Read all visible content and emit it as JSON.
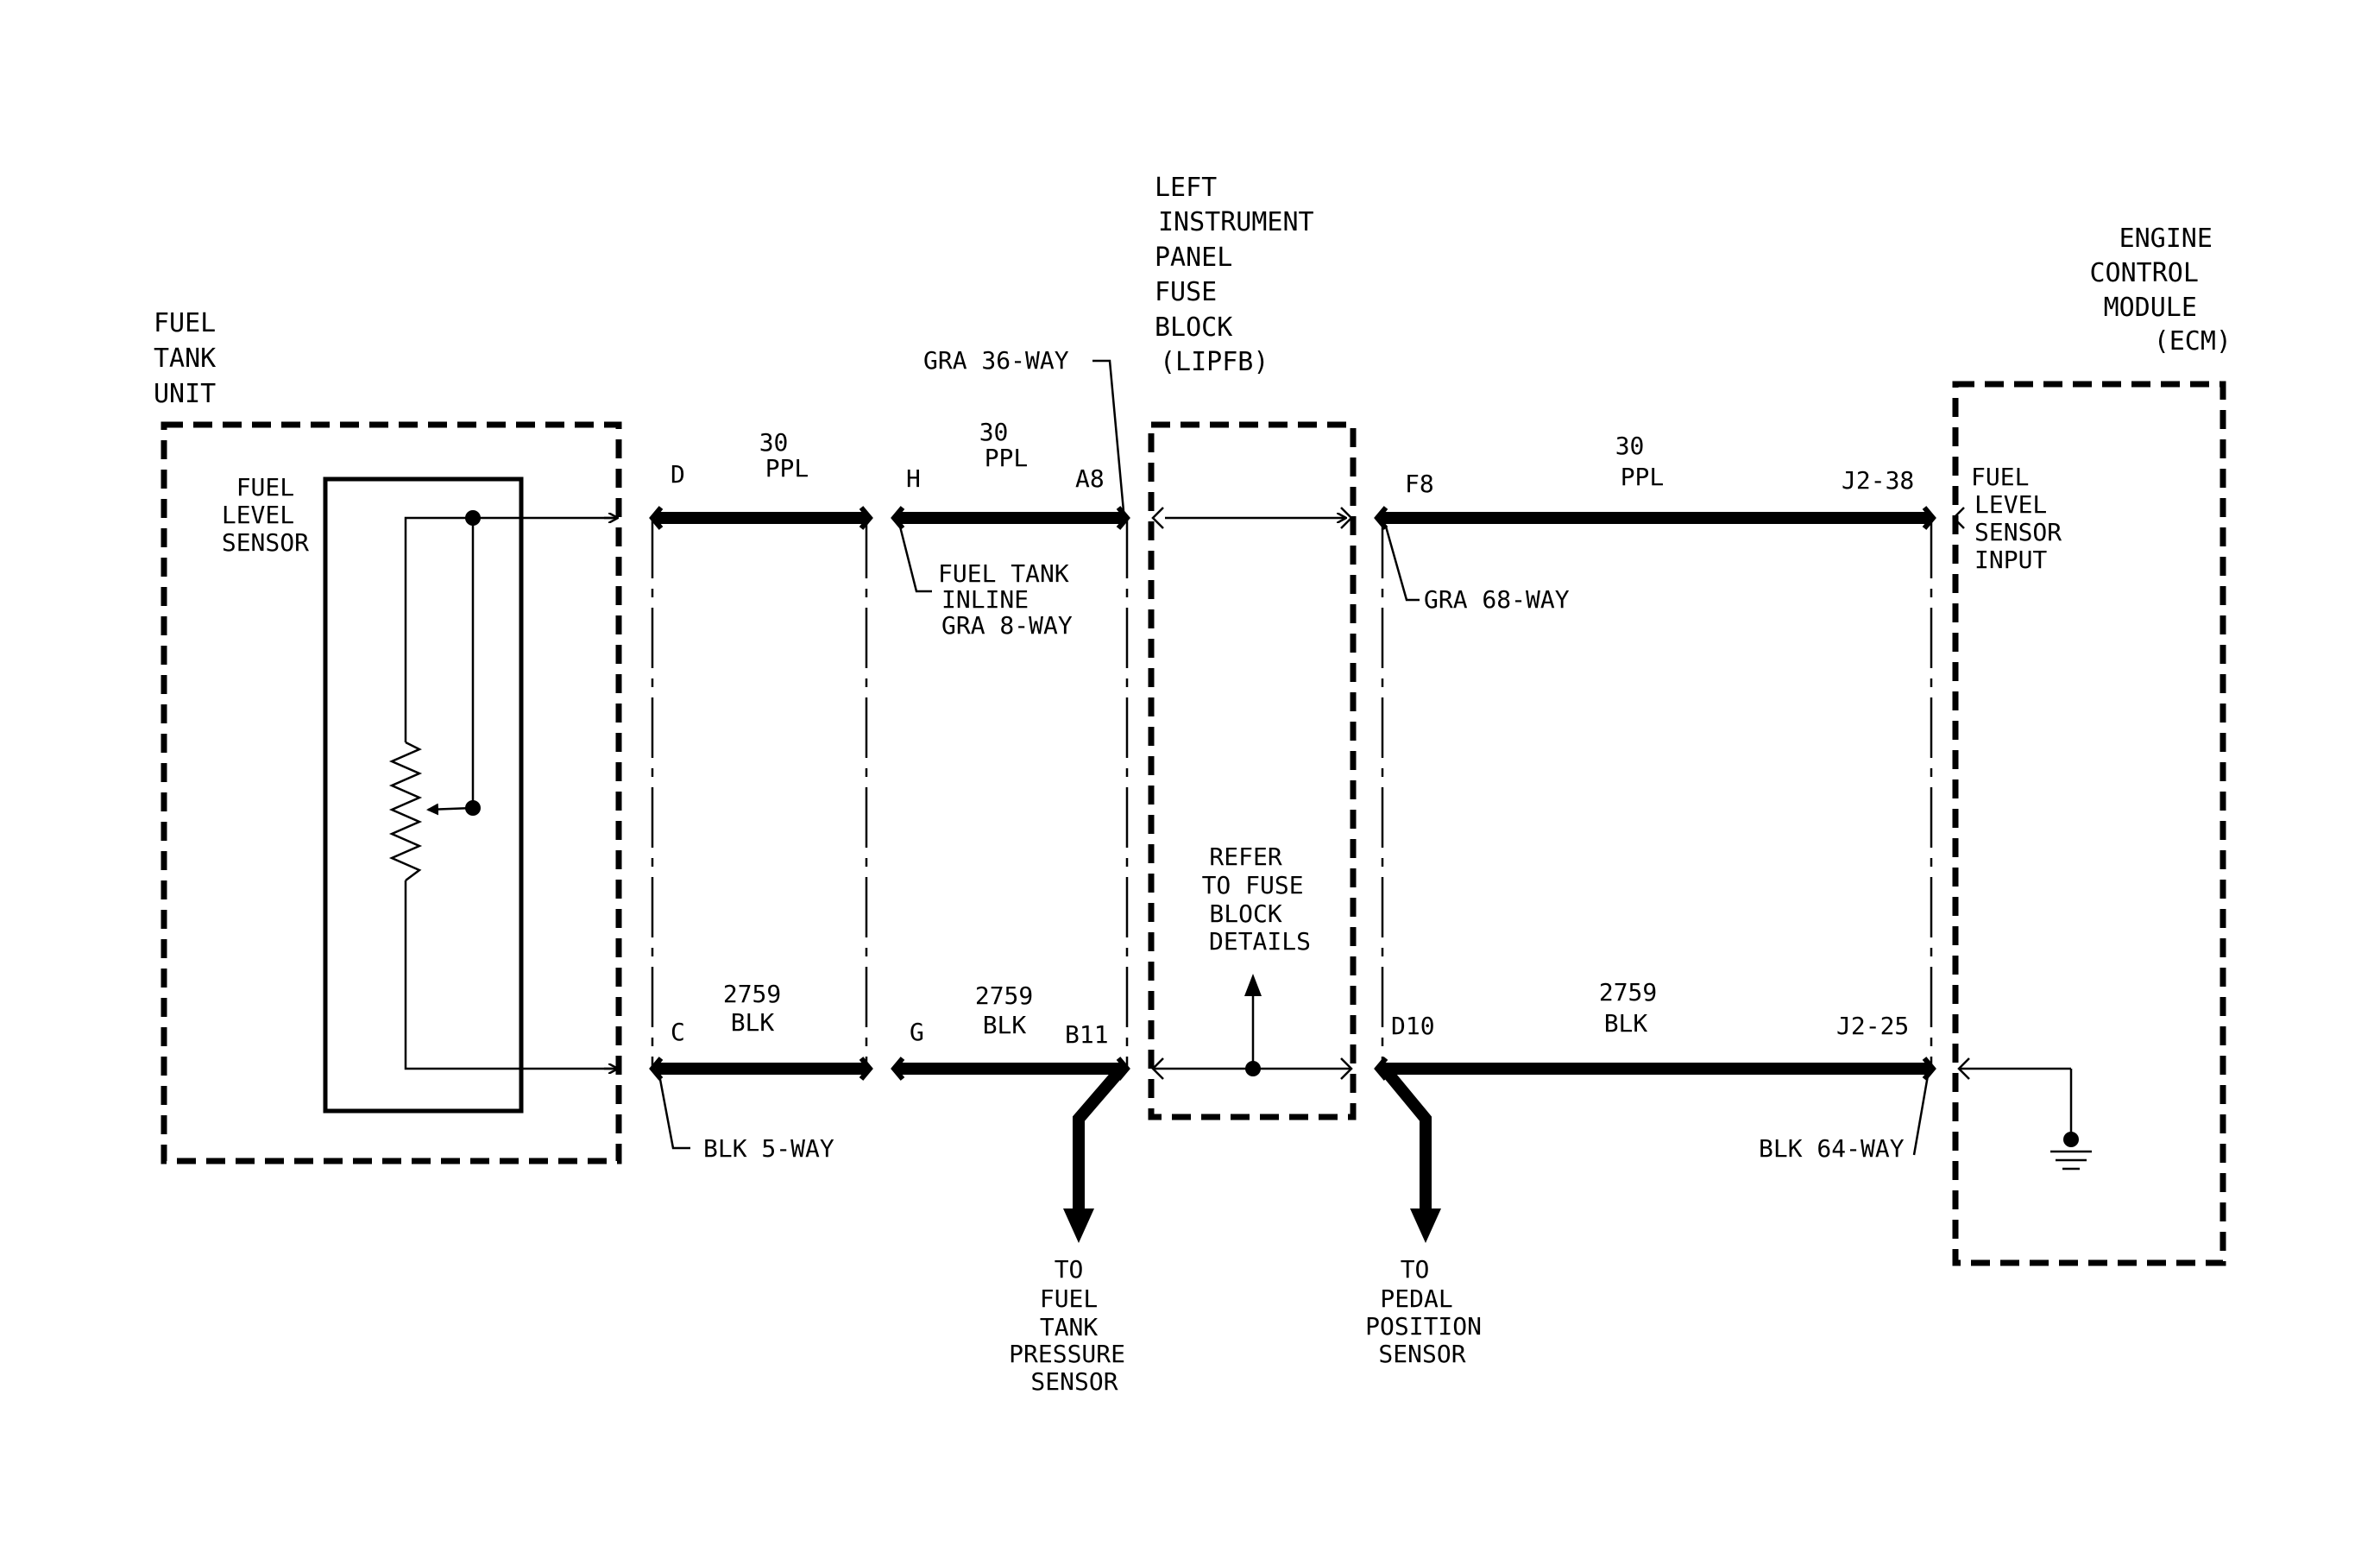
{
  "components": {
    "fuel_tank_unit": [
      "FUEL",
      "TANK",
      "UNIT"
    ],
    "fuel_level_sensor": [
      "FUEL",
      "LEVEL",
      "SENSOR"
    ],
    "lipfb": [
      "LEFT",
      "INSTRUMENT",
      "PANEL",
      "FUSE",
      "BLOCK",
      "(LIPFB)"
    ],
    "ecm": [
      "ENGINE",
      "CONTROL",
      "MODULE",
      "(ECM)"
    ],
    "ecm_input": [
      "FUEL",
      "LEVEL",
      "SENSOR",
      "INPUT"
    ],
    "refer": [
      "REFER",
      "TO FUSE",
      "BLOCK",
      "DETAILS"
    ]
  },
  "connectors": {
    "blk_5way": "BLK 5-WAY",
    "inline": [
      "FUEL TANK",
      "INLINE",
      "GRA 8-WAY"
    ],
    "gra_36way": "GRA 36-WAY",
    "gra_68way": "GRA 68-WAY",
    "blk_64way": "BLK 64-WAY"
  },
  "pins": {
    "d": "D",
    "c": "C",
    "h": "H",
    "g": "G",
    "a8": "A8",
    "b11": "B11",
    "f8": "F8",
    "d10": "D10",
    "j2_38": "J2-38",
    "j2_25": "J2-25"
  },
  "wires": {
    "top_seg1": [
      "30",
      "PPL"
    ],
    "top_seg2": [
      "30",
      "PPL"
    ],
    "top_seg3": [
      "30",
      "PPL"
    ],
    "bot_seg1": [
      "2759",
      "BLK"
    ],
    "bot_seg2": [
      "2759",
      "BLK"
    ],
    "bot_seg3": [
      "2759",
      "BLK"
    ]
  },
  "destinations": {
    "fuel_tank_pressure": [
      "TO",
      "FUEL",
      "TANK",
      "PRESSURE",
      "SENSOR"
    ],
    "pedal_position": [
      "TO",
      "PEDAL",
      "POSITION",
      "SENSOR"
    ]
  }
}
